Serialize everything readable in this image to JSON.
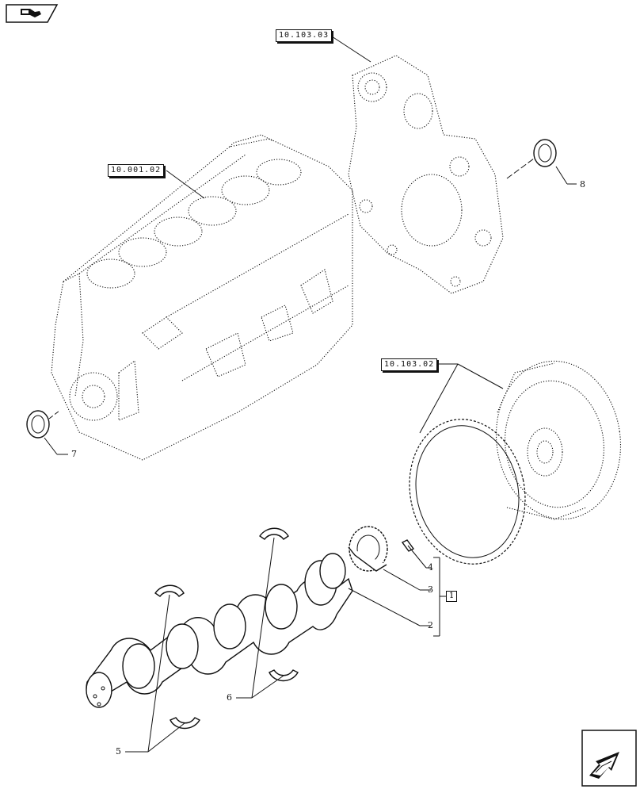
{
  "refs": {
    "timing_cover": "10.103.03",
    "engine_block": "10.001.02",
    "flywheel": "10.103.02"
  },
  "callouts": {
    "item_1": "1",
    "item_2": "2",
    "item_3": "3",
    "item_4": "4",
    "item_5": "5",
    "item_6": "6",
    "item_7": "7",
    "item_8": "8"
  },
  "icons": {
    "top_left": "book-nav-icon",
    "bottom_right": "next-page-arrow-icon"
  }
}
